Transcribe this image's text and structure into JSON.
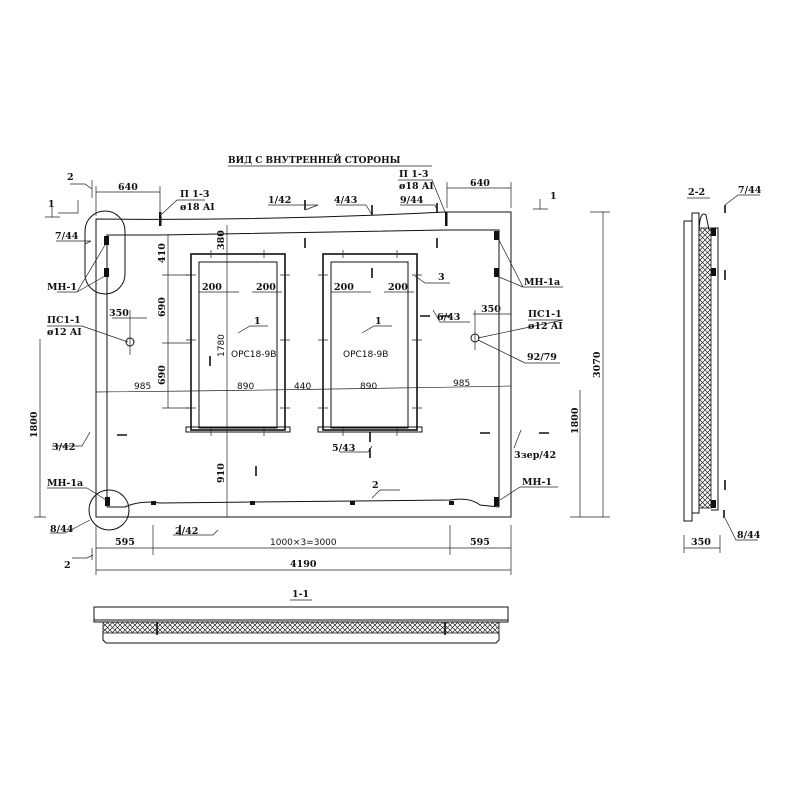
{
  "title": "ВИД С ВНУТРЕННЕЙ СТОРОНЫ",
  "sections": {
    "s11": "1-1",
    "s22": "2-2"
  },
  "section_marks": {
    "top_left_2": "2",
    "top_left_1": "1",
    "top_right_1": "1",
    "bottom_left_2": "2"
  },
  "dimensions": {
    "top_left": "640",
    "top_right": "640",
    "bottom_left": "595",
    "bottom_mid": "1000×3=3000",
    "bottom_right": "595",
    "overall_width": "4190",
    "overall_height": "3070",
    "right_1800": "1800",
    "left_1800": "1800",
    "h_985_left": "985",
    "h_890_left": "890",
    "h_440": "440",
    "h_890_right": "890",
    "h_985_right": "985",
    "v_410": "410",
    "v_690_a": "690",
    "v_690_b": "690",
    "v_380": "380",
    "v_1780": "1780",
    "v_910": "910",
    "w200_a": "200",
    "w200_b": "200",
    "w200_c": "200",
    "w200_d": "200",
    "d350_left": "350",
    "d350_right": "350",
    "d350_section": "350"
  },
  "callouts": {
    "p13_left": "П 1-3",
    "p13_left_bar": "ø18 AI",
    "p13_right": "П 1-3",
    "p13_right_bar": "ø18 AI",
    "c1_42": "1/42",
    "c4_43": "4/43",
    "c9_44": "9/44",
    "c7_44": "7/44",
    "mn1_left": "МН-1",
    "mn1a_right": "МН-1а",
    "ps11_left": "ПС1-1",
    "ps11_left_bar": "ø12 AI",
    "ps11_right": "ПС1-1",
    "ps11_right_bar": "ø12 AI",
    "c3": "3",
    "c6_43": "6/43",
    "c92_79": "92/79",
    "window_pos_left": "1",
    "window_pos_right": "1",
    "window_type_left": "ОРС18-9В",
    "window_type_right": "ОРС18-9В",
    "c3_42": "3/42",
    "c5_43": "5/43",
    "c3zer_42": "3зер/42",
    "mn1a_left": "МН-1а",
    "c8_44": "8/44",
    "c2_42": "2/42",
    "c2": "2",
    "mn1_right": "МН-1",
    "sec_7_44": "7/44",
    "sec_8_44": "8/44"
  }
}
